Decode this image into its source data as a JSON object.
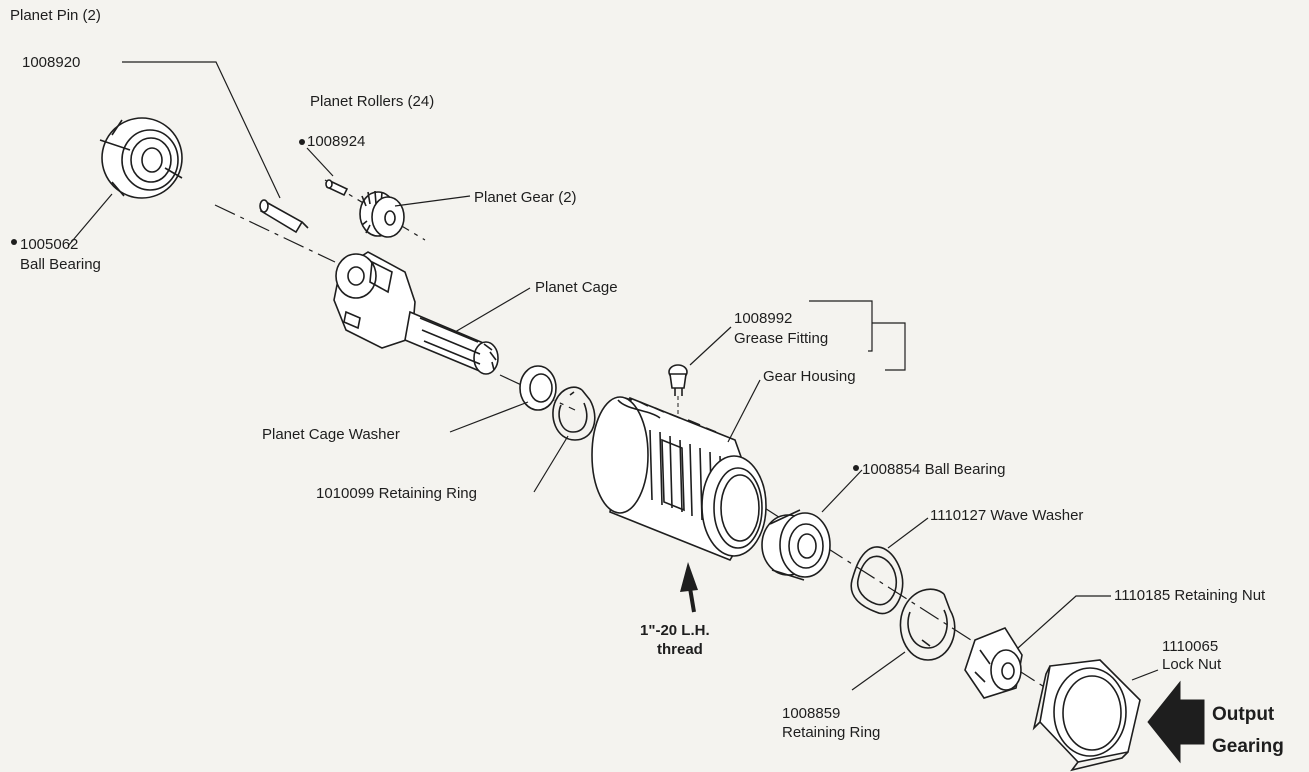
{
  "labels": {
    "planet_pin_title": "Planet Pin (2)",
    "planet_pin_number": "1008920",
    "planet_rollers_title": "Planet Rollers (24)",
    "planet_rollers_number": "1008924",
    "planet_gear": "Planet Gear (2)",
    "ball_bearing_left_number": "1005062",
    "ball_bearing_left_name": "Ball Bearing",
    "planet_cage": "Planet Cage",
    "grease_fitting_number": "1008992",
    "grease_fitting_name": "Grease Fitting",
    "gear_housing": "Gear Housing",
    "planet_cage_washer": "Planet Cage Washer",
    "retaining_ring_1": "1010099 Retaining Ring",
    "ball_bearing_right": "1008854 Ball Bearing",
    "wave_washer": "1110127 Wave Washer",
    "thread_line1": "1\"-20 L.H.",
    "thread_line2": "thread",
    "retaining_nut": "1110185 Retaining Nut",
    "lock_nut_number": "1110065",
    "lock_nut_name": "Lock Nut",
    "retaining_ring_2_number": "1008859",
    "retaining_ring_2_name": "Retaining Ring",
    "output_line1": "Output",
    "output_line2": "Gearing"
  },
  "colors": {
    "paper": "#f4f3ef",
    "ink": "#1e1e1e"
  }
}
